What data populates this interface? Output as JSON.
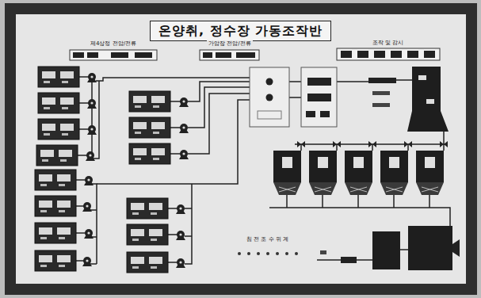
{
  "diagram": {
    "title": "온양취, 정수장 가동조작반",
    "labels": [
      "제4상정 전압/전류",
      "가압장 전압/전류",
      "조작 및 감시",
      "침 전 조 수 위 계"
    ]
  }
}
